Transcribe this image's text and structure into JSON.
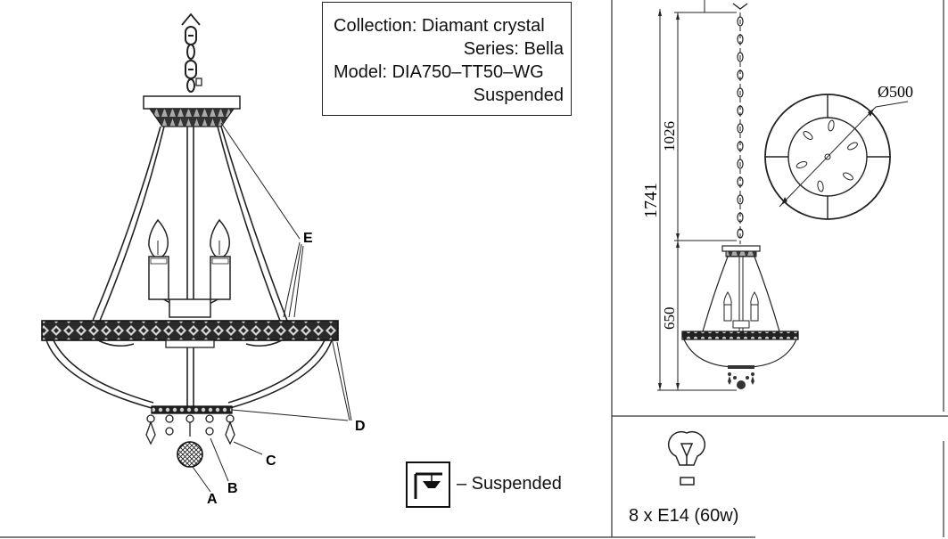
{
  "info": {
    "collection": "Collection: Diamant crystal",
    "series": "Series: Bella",
    "model": "Model: DIA750–TT50–WG",
    "mount": "Suspended"
  },
  "callouts": {
    "a": "A",
    "b": "B",
    "c": "C",
    "d": "D",
    "e": "E"
  },
  "dimensions": {
    "total_height": "1741",
    "chain_length": "1026",
    "body_height": "650",
    "diameter": "Ø500"
  },
  "legend": {
    "suspended": "– Suspended"
  },
  "lamp": {
    "spec": "8 x E14 (60w)"
  },
  "icons": [
    "suspended-mount-icon",
    "light-bulb-icon"
  ]
}
